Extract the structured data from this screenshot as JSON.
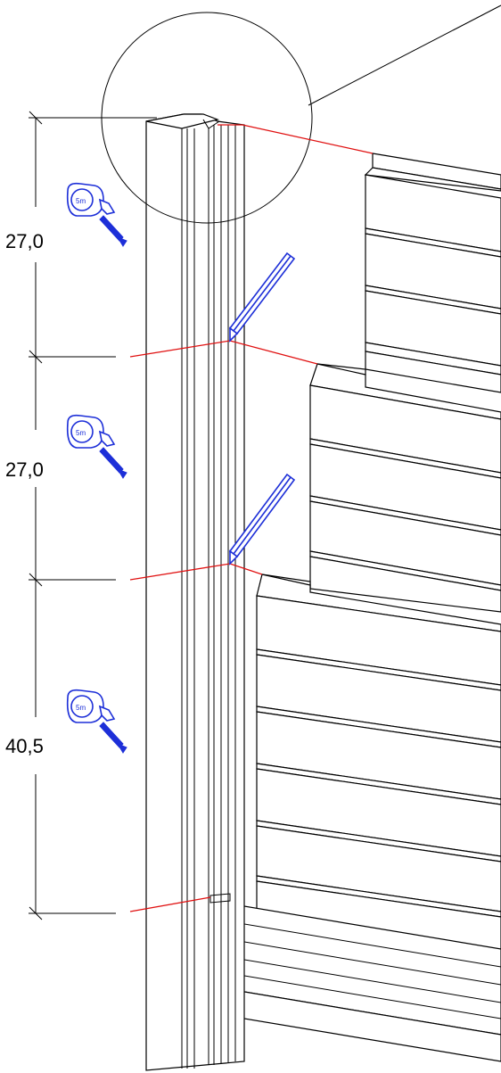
{
  "dimensions": [
    {
      "value": "27,0"
    },
    {
      "value": "27,0"
    },
    {
      "value": "40,5"
    }
  ],
  "tape_measure": {
    "label": "5m"
  },
  "colors": {
    "line": "#000000",
    "marking_line": "#e01010",
    "tool": "#1d2fd8",
    "background": "#ffffff"
  },
  "icons": [
    "tape-measure-icon",
    "pencil-icon",
    "detail-callout-circle"
  ]
}
